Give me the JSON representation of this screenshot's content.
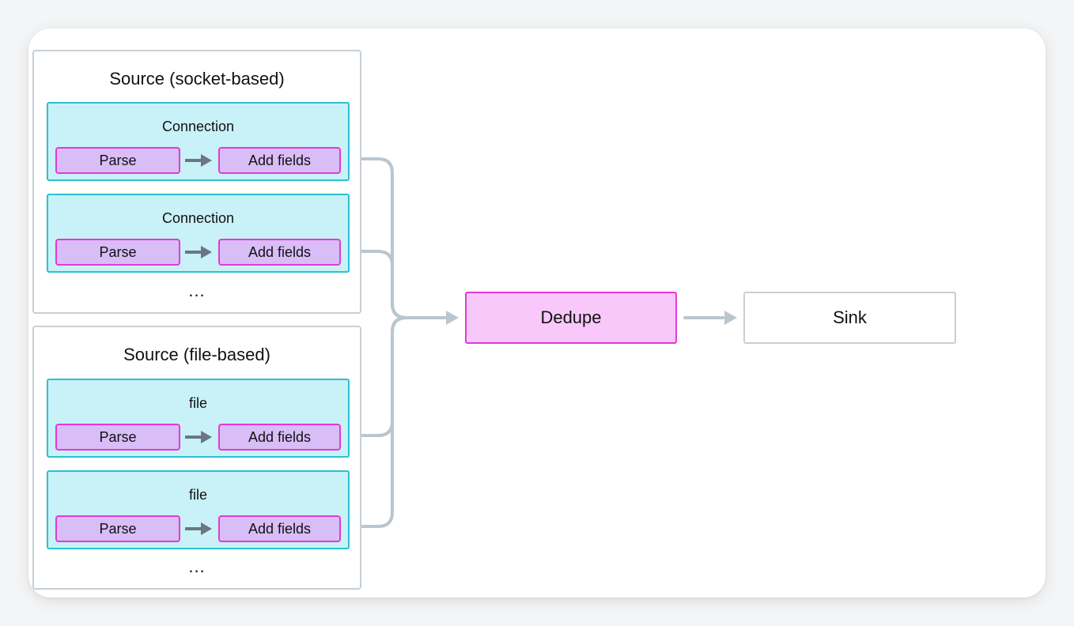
{
  "sources": [
    {
      "title": "Source (socket-based)",
      "items": [
        {
          "label": "Connection",
          "steps": [
            "Parse",
            "Add fields"
          ]
        },
        {
          "label": "Connection",
          "steps": [
            "Parse",
            "Add fields"
          ]
        }
      ],
      "more": "..."
    },
    {
      "title": "Source (file-based)",
      "items": [
        {
          "label": "file",
          "steps": [
            "Parse",
            "Add fields"
          ]
        },
        {
          "label": "file",
          "steps": [
            "Parse",
            "Add fields"
          ]
        }
      ],
      "more": "..."
    }
  ],
  "dedupe": {
    "label": "Dedupe"
  },
  "sink": {
    "label": "Sink"
  },
  "colors": {
    "connector": "#b9c6cf",
    "arrow": "#6b7780",
    "connection_fill": "#c9f1f8",
    "connection_border": "#29c1d3",
    "step_fill": "#d8bdf7",
    "step_border": "#e23ad6",
    "dedupe_fill": "#f8c8fb",
    "group_border": "#c7cfd6"
  }
}
